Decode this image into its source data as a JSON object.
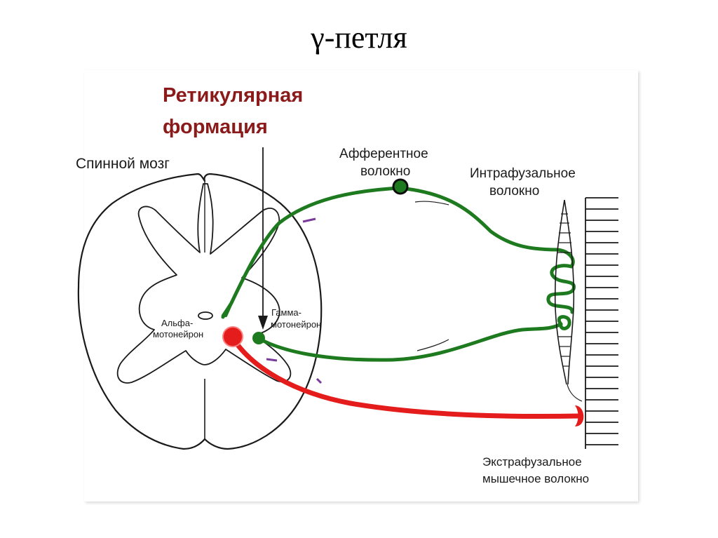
{
  "title": "γ-петля",
  "labels": {
    "reticular_line1": "Ретикулярная",
    "reticular_line2": "формация",
    "spinal_cord": "Спинной мозг",
    "afferent_line1": "Афферентное",
    "afferent_line2": "волокно",
    "intrafusal_line1": "Интрафузальное",
    "intrafusal_line2": "волокно",
    "alpha_line1": "Альфа-",
    "alpha_line2": "мотонейрон",
    "gamma_line1": "Гамма-",
    "gamma_line2": "мотонейрон",
    "extrafusal_line1": "Экстрафузальное",
    "extrafusal_line2": "мышечное волокно"
  },
  "colors": {
    "green_fiber": "#1e7a1e",
    "red_fiber": "#e51c1c",
    "reticular_text": "#8b1a1a",
    "outline": "#1a1a1a"
  }
}
